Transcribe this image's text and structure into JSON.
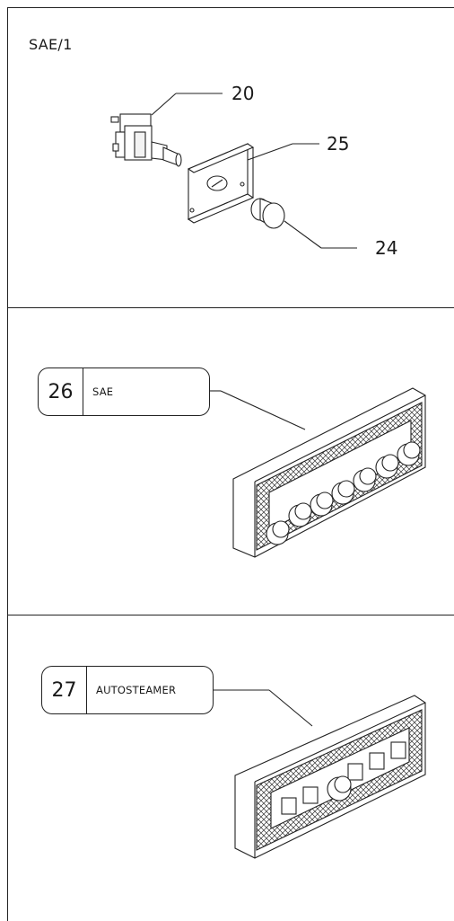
{
  "sheet": {
    "code": "SAE/1"
  },
  "callouts": [
    {
      "number": "20"
    },
    {
      "number": "25"
    },
    {
      "number": "24"
    }
  ],
  "labels": [
    {
      "number": "26",
      "text": "SAE"
    },
    {
      "number": "27",
      "text": "AUTOSTEAMER"
    }
  ]
}
